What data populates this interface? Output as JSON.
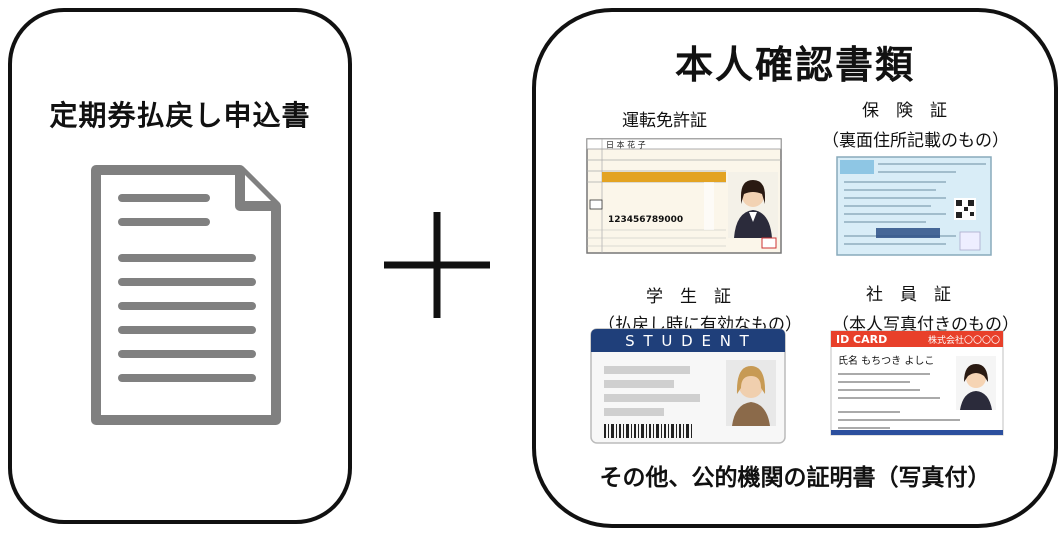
{
  "left": {
    "title": "定期券払戻し申込書",
    "icon": "document-icon"
  },
  "plus_icon": "plus-icon",
  "right": {
    "title": "本人確認書類",
    "items": [
      {
        "label": "運転免許証",
        "note": ""
      },
      {
        "label": "保　険　証",
        "note": "（裏面住所記載のもの）"
      },
      {
        "label": "学　生　証",
        "note": "（払戻し時に有効なもの）"
      },
      {
        "label": "社　員　証",
        "note": "（本人写真付きのもの）"
      }
    ],
    "footer": "その他、公的機関の証明書（写真付）"
  },
  "cards": {
    "license_name": "日 本 花 子",
    "license_number": "123456789000",
    "student_header": "S T U D E N T",
    "id_card_header": "ID CARD",
    "id_card_company": "株式会社〇〇〇〇",
    "id_card_name": "氏名 もちつき よしこ"
  }
}
